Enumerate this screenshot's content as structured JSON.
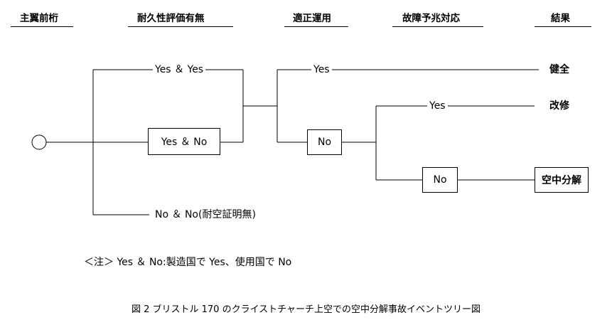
{
  "headers": {
    "h1": "主翼前桁",
    "h2": "耐久性評価有無",
    "h3": "適正運用",
    "h4": "故障予兆対応",
    "h5": "結果"
  },
  "branches": {
    "b1": "Yes ＆ Yes",
    "b2": "Yes ＆ No",
    "b3": "No ＆ No(耐空証明無)",
    "op_yes": "Yes",
    "op_no": "No",
    "sg_yes": "Yes",
    "sg_no": "No"
  },
  "results": {
    "r1": "健全",
    "r2": "改修",
    "r3": "空中分解"
  },
  "note": "＜注＞ Yes ＆ No:製造国で Yes、使用国で No",
  "caption": "図 2 ブリストル 170 のクライストチャーチ上空での空中分解事故イベントツリー図"
}
